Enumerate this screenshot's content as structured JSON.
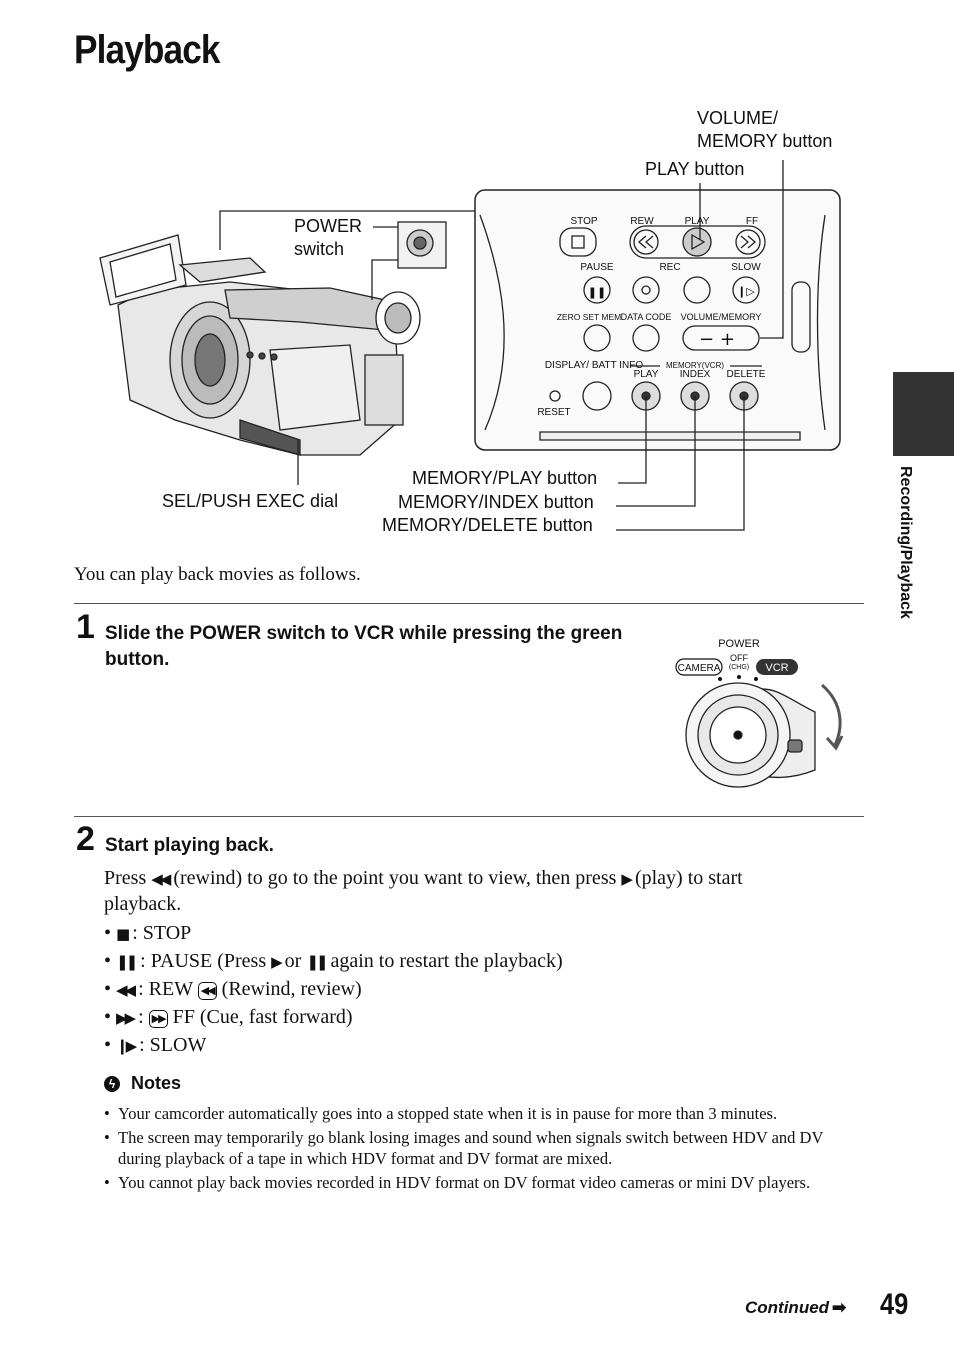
{
  "page_title": "Playback",
  "side_tab_label": "Recording/Playback",
  "callouts": {
    "volume_memory": "VOLUME/ MEMORY button",
    "play_button": "PLAY button",
    "power_switch": "POWER switch",
    "memory_play": "MEMORY/PLAY button",
    "memory_index": "MEMORY/INDEX button",
    "memory_delete": "MEMORY/DELETE button",
    "sel_push_exec": "SEL/PUSH EXEC dial"
  },
  "panel_labels": {
    "stop": "STOP",
    "rew": "REW",
    "play": "PLAY",
    "ff": "FF",
    "pause": "PAUSE",
    "rec": "REC",
    "slow": "SLOW",
    "zero_set_mem": "ZERO SET MEM",
    "data_code": "DATA CODE",
    "volume_memory": "VOLUME/MEMORY",
    "display_batt_info": "DISPLAY/ BATT INFO",
    "memory_vcr": "MEMORY(VCR)",
    "mem_play": "PLAY",
    "mem_index": "INDEX",
    "mem_delete": "DELETE",
    "reset": "RESET"
  },
  "intro_text": "You can play back movies as follows.",
  "steps": [
    {
      "number": "1",
      "text": "Slide the POWER switch to VCR while pressing the green button."
    },
    {
      "number": "2",
      "text": "Start playing back."
    }
  ],
  "dial": {
    "power": "POWER",
    "off": "OFF",
    "chg": "(CHG)",
    "camera": "CAMERA",
    "vcr": "VCR"
  },
  "step2_body": {
    "press": "Press",
    "rewind_part": "(rewind) to go to the point you want to view, then press",
    "play_part": "(play) to start playback."
  },
  "bullets": [
    {
      "text": ": STOP"
    },
    {
      "text": ": PAUSE (Press",
      "mid": "or",
      "end": "again to restart the playback)"
    },
    {
      "text": ": REW",
      "end": "(Rewind, review)"
    },
    {
      "text": ":",
      "end": "FF (Cue, fast forward)"
    },
    {
      "text": ": SLOW"
    }
  ],
  "notes_heading": "Notes",
  "notes": [
    "Your camcorder automatically goes into a stopped state when it is in pause for more than 3 minutes.",
    "The screen may temporarily go blank losing images and sound when signals switch between HDV and DV during playback of a tape in which HDV format and DV format are mixed.",
    "You cannot play back movies recorded in HDV format on DV format video cameras or mini DV players."
  ],
  "footer": {
    "continued": "Continued",
    "page_number": "49"
  }
}
